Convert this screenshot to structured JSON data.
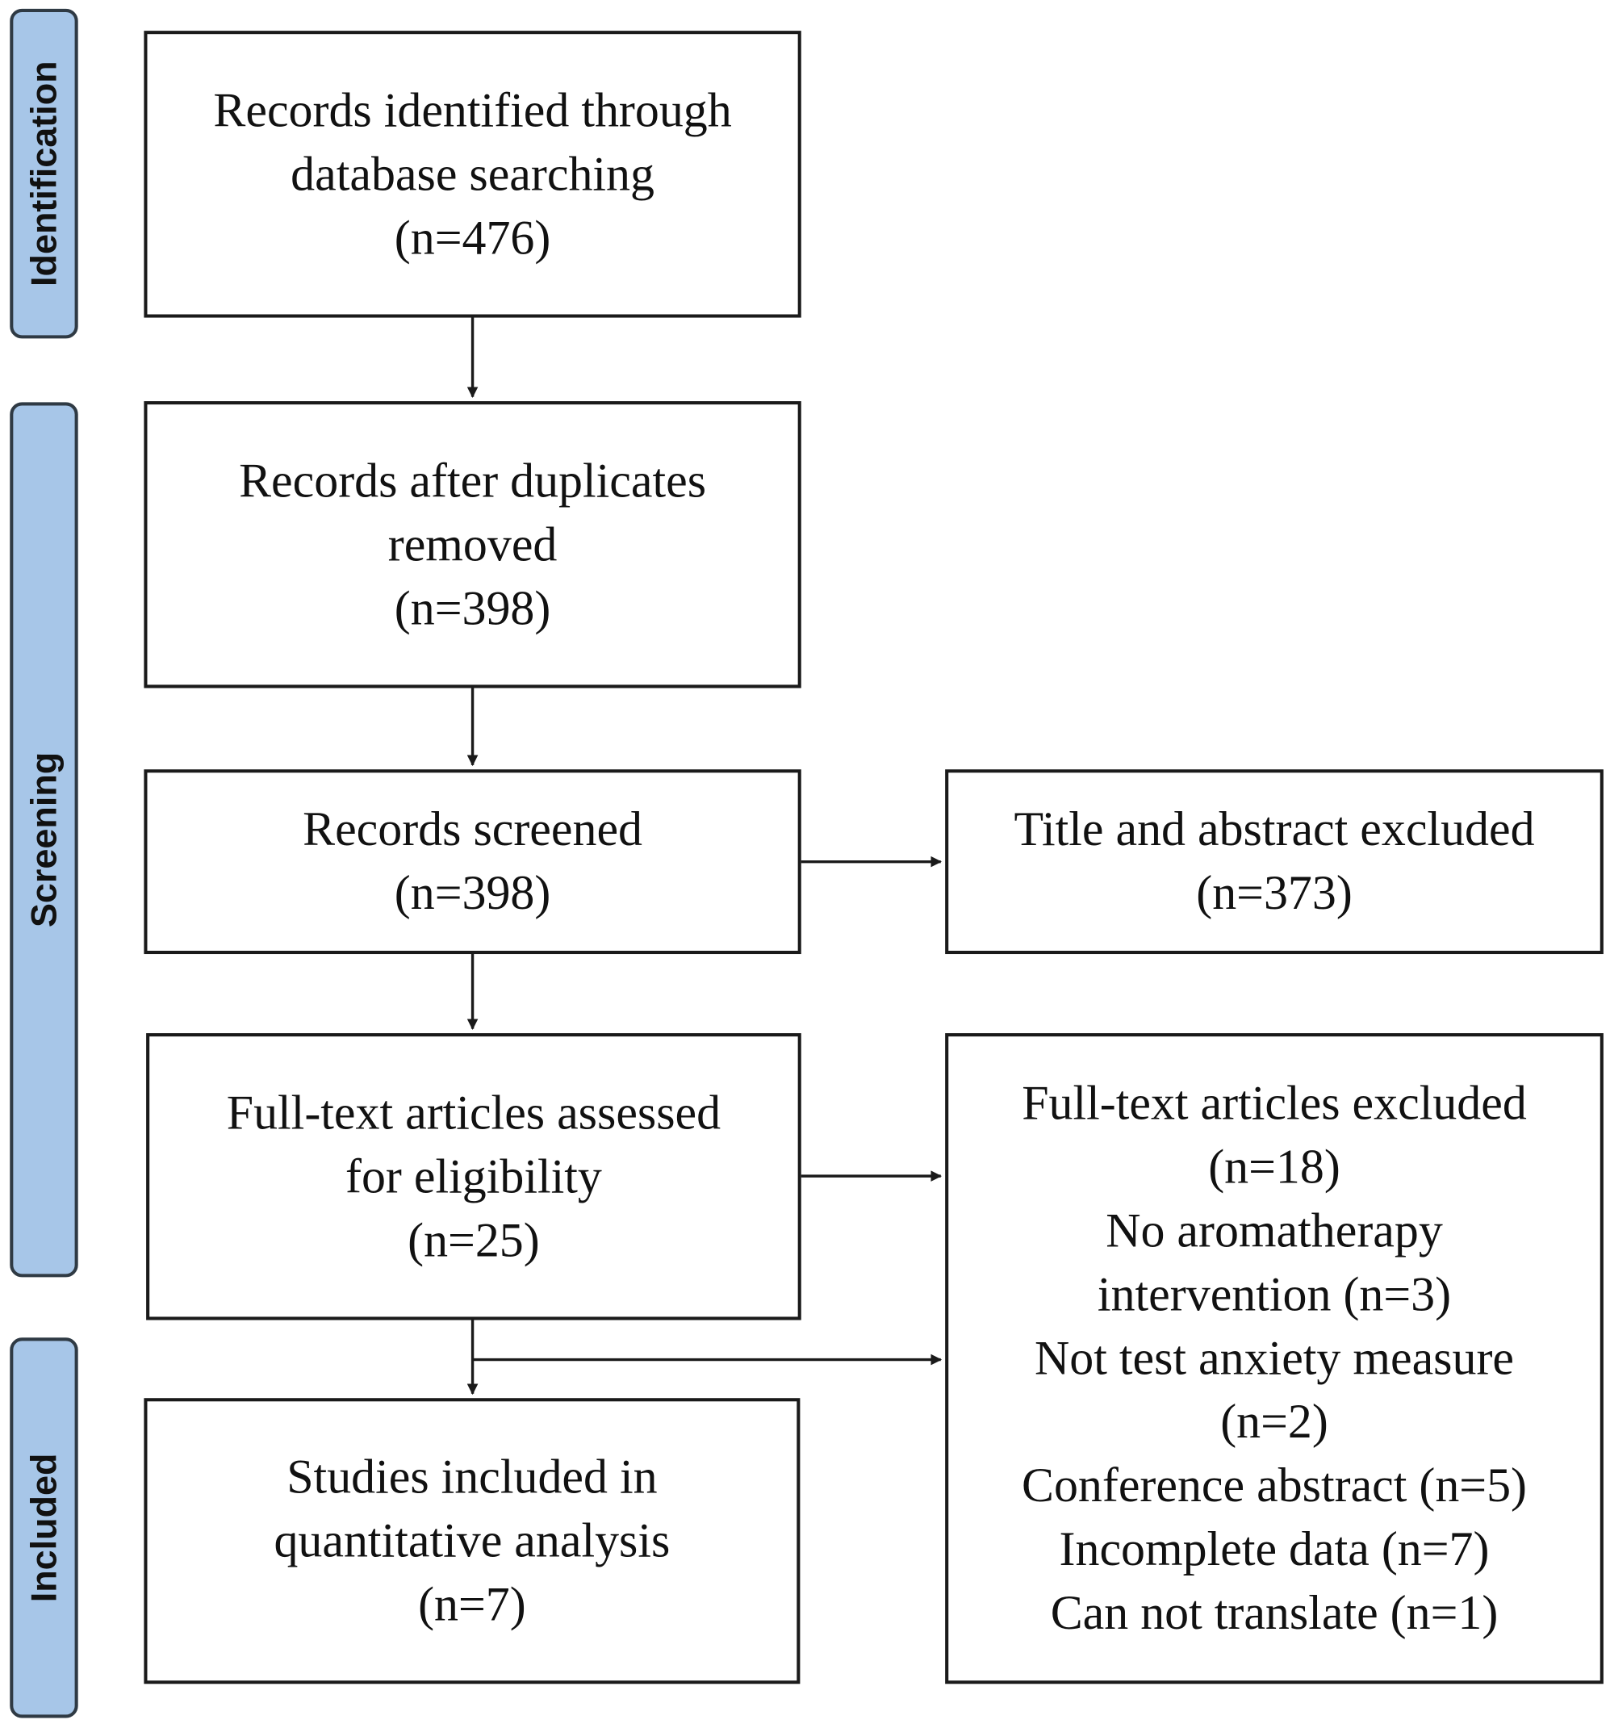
{
  "phases": {
    "identification": "Identification",
    "screening": "Screening",
    "included": "Included"
  },
  "boxes": {
    "identified": [
      "Records identified through",
      "database searching",
      "(n=476)"
    ],
    "after_duplicates": [
      "Records after duplicates",
      "removed",
      "(n=398)"
    ],
    "screened": [
      "Records screened",
      "(n=398)"
    ],
    "title_abstract_excluded": [
      "Title and abstract excluded",
      "(n=373)"
    ],
    "fulltext_assessed": [
      "Full-text articles assessed",
      "for eligibility",
      "(n=25)"
    ],
    "fulltext_excluded": [
      "Full-text articles excluded",
      "(n=18)",
      "No aromatherapy",
      "intervention (n=3)",
      "Not test anxiety measure",
      "(n=2)",
      "Conference abstract (n=5)",
      "Incomplete data (n=7)",
      "Can not translate (n=1)"
    ],
    "included_studies": [
      "Studies included in",
      "quantitative analysis",
      "(n=7)"
    ]
  },
  "colors": {
    "phase_fill": "#a7c6e8",
    "phase_border": "#2f3a44",
    "box_border": "#1a1a1a"
  }
}
